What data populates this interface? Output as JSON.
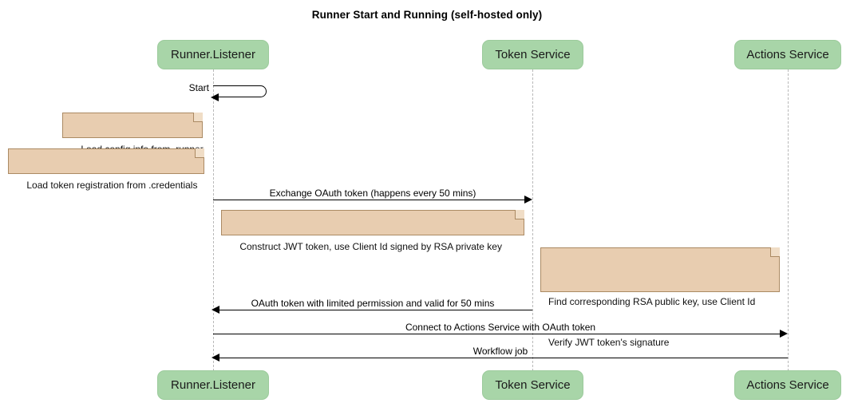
{
  "diagram": {
    "title": "Runner Start and Running (self-hosted only)",
    "type": "sequence-diagram",
    "colors": {
      "participant_fill": "#a8d5a8",
      "participant_border": "#9ccb9c",
      "note_fill": "#e8cdb0",
      "note_border": "#ab8a63",
      "lifeline": "#b9b9b9",
      "arrow": "#000000",
      "background": "#ffffff"
    }
  },
  "participants": [
    {
      "id": "runner",
      "label": "Runner.Listener"
    },
    {
      "id": "token",
      "label": "Token Service"
    },
    {
      "id": "actions",
      "label": "Actions Service"
    }
  ],
  "participants_bottom": [
    {
      "id": "runner",
      "label": "Runner.Listener"
    },
    {
      "id": "token",
      "label": "Token Service"
    },
    {
      "id": "actions",
      "label": "Actions Service"
    }
  ],
  "messages": [
    {
      "id": "start",
      "label": "Start",
      "from": "runner",
      "to": "runner",
      "kind": "self"
    },
    {
      "id": "exchange",
      "label": "Exchange OAuth token (happens every 50 mins)",
      "from": "runner",
      "to": "token",
      "direction": "right"
    },
    {
      "id": "oauth-return",
      "label": "OAuth token with limited permission and valid for 50 mins",
      "from": "token",
      "to": "runner",
      "direction": "left"
    },
    {
      "id": "connect",
      "label": "Connect to Actions Service with OAuth token",
      "from": "runner",
      "to": "actions",
      "direction": "right"
    },
    {
      "id": "workflow",
      "label": "Workflow job",
      "from": "actions",
      "to": "runner",
      "direction": "left"
    }
  ],
  "notes": [
    {
      "id": "note-config",
      "text": "Load config info from .runner"
    },
    {
      "id": "note-credentials",
      "text": "Load token registration from .credentials"
    },
    {
      "id": "note-jwt",
      "text": "Construct JWT token, use Client Id signed by RSA private key"
    },
    {
      "id": "note-verify-line1",
      "text": "Find corresponding RSA public key, use Client Id"
    },
    {
      "id": "note-verify-line2",
      "text": "Verify JWT token's signature"
    }
  ]
}
